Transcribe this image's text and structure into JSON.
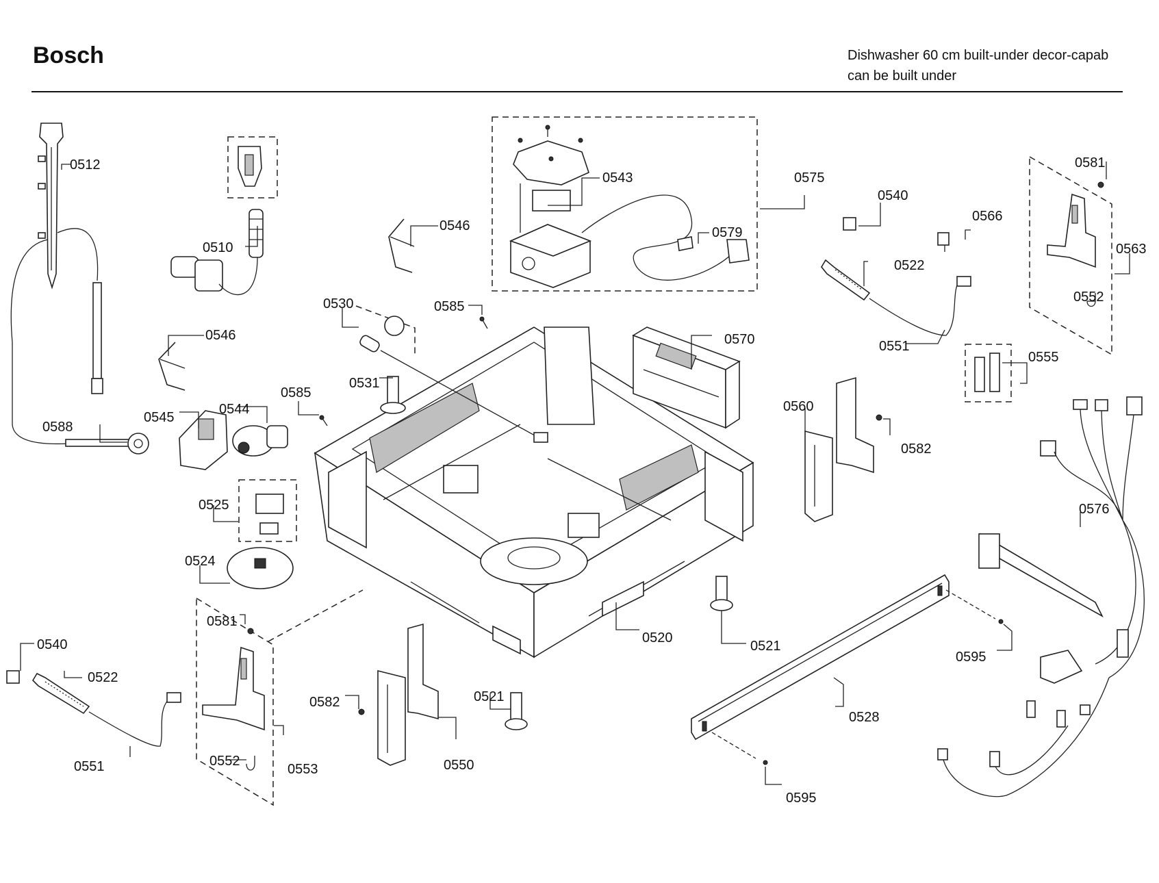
{
  "header": {
    "brand": "Bosch",
    "subtitle_line1": "Dishwasher 60 cm built-under decor-capab",
    "subtitle_line2": "can be built under"
  },
  "callouts": [
    {
      "id": "c0512",
      "text": "0512"
    },
    {
      "id": "c0510",
      "text": "0510"
    },
    {
      "id": "c0546a",
      "text": "0546"
    },
    {
      "id": "c0546b",
      "text": "0546"
    },
    {
      "id": "c0543",
      "text": "0543"
    },
    {
      "id": "c0575",
      "text": "0575"
    },
    {
      "id": "c0579",
      "text": "0579"
    },
    {
      "id": "c0540a",
      "text": "0540"
    },
    {
      "id": "c0566",
      "text": "0566"
    },
    {
      "id": "c0581a",
      "text": "0581"
    },
    {
      "id": "c0563",
      "text": "0563"
    },
    {
      "id": "c0522a",
      "text": "0522"
    },
    {
      "id": "c0552a",
      "text": "0552"
    },
    {
      "id": "c0530",
      "text": "0530"
    },
    {
      "id": "c0585a",
      "text": "0585"
    },
    {
      "id": "c0570",
      "text": "0570"
    },
    {
      "id": "c0551a",
      "text": "0551"
    },
    {
      "id": "c0555",
      "text": "0555"
    },
    {
      "id": "c0531",
      "text": "0531"
    },
    {
      "id": "c0585b",
      "text": "0585"
    },
    {
      "id": "c0544",
      "text": "0544"
    },
    {
      "id": "c0545",
      "text": "0545"
    },
    {
      "id": "c0588",
      "text": "0588"
    },
    {
      "id": "c0560",
      "text": "0560"
    },
    {
      "id": "c0582a",
      "text": "0582"
    },
    {
      "id": "c0576",
      "text": "0576"
    },
    {
      "id": "c0525",
      "text": "0525"
    },
    {
      "id": "c0524",
      "text": "0524"
    },
    {
      "id": "c0581b",
      "text": "0581"
    },
    {
      "id": "c0540b",
      "text": "0540"
    },
    {
      "id": "c0522b",
      "text": "0522"
    },
    {
      "id": "c0520",
      "text": "0520"
    },
    {
      "id": "c0521a",
      "text": "0521"
    },
    {
      "id": "c0595a",
      "text": "0595"
    },
    {
      "id": "c0582b",
      "text": "0582"
    },
    {
      "id": "c0521b",
      "text": "0521"
    },
    {
      "id": "c0528",
      "text": "0528"
    },
    {
      "id": "c0551b",
      "text": "0551"
    },
    {
      "id": "c0552b",
      "text": "0552"
    },
    {
      "id": "c0553",
      "text": "0553"
    },
    {
      "id": "c0550",
      "text": "0550"
    },
    {
      "id": "c0595b",
      "text": "0595"
    }
  ]
}
